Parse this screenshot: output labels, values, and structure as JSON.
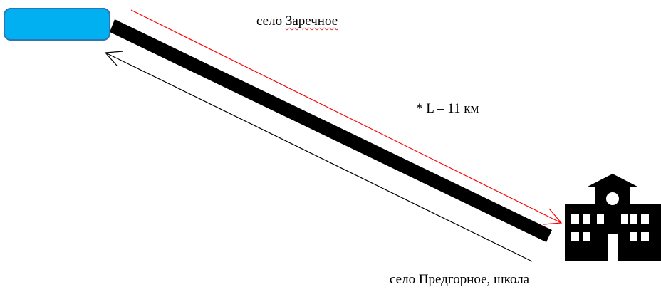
{
  "labels": {
    "village_top_prefix": "село",
    "village_top_name": "Заречное",
    "distance": "* L – 11 км",
    "school": "село Предгорное, школа"
  },
  "colors": {
    "bus_fill": "#00b0f0",
    "bus_stroke": "#2e75b6",
    "road": "#000000",
    "arrow_forward": "#ff0000",
    "arrow_back": "#000000"
  },
  "icons": {
    "bus_stop": "rounded-rectangle",
    "school": "school-building-icon"
  }
}
